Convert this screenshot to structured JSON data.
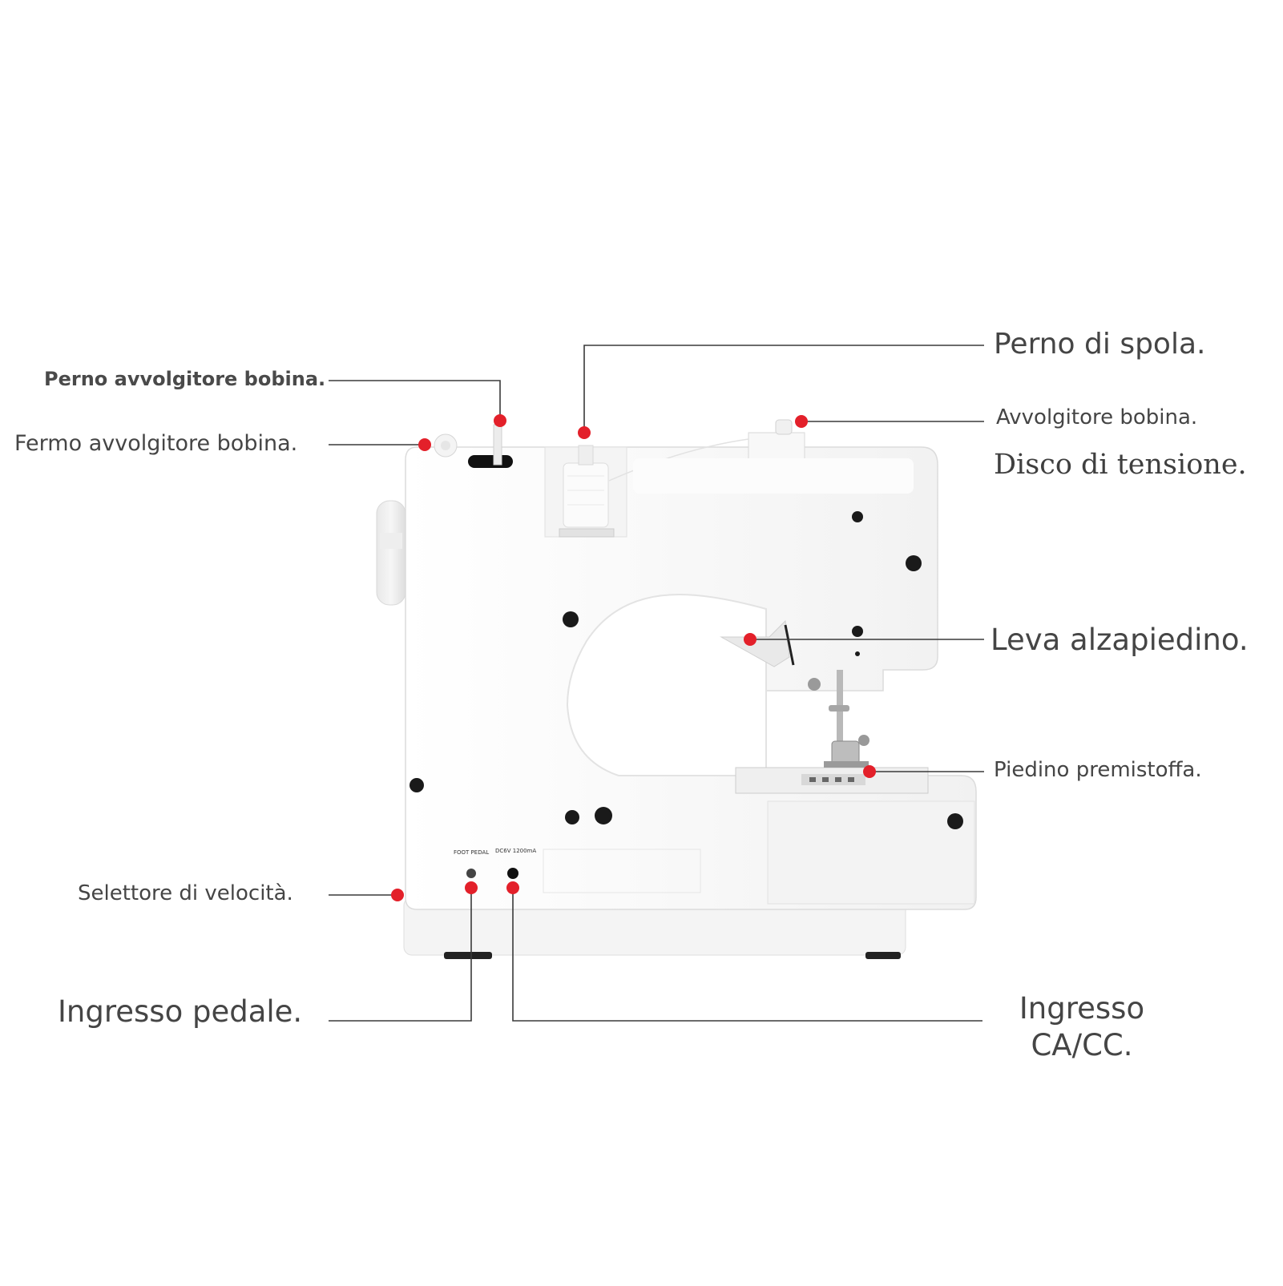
{
  "labels": {
    "perno_avvolgitore": "Perno avvolgitore bobina.",
    "fermo_avvolgitore": "Fermo avvolgitore bobina.",
    "perno_spola": "Perno di spola.",
    "avvolgitore_bobina": "Avvolgitore bobina.",
    "disco_tensione": "Disco di tensione.",
    "leva_alzapiedino": "Leva alzapiedino.",
    "piedino_premistoffa": "Piedino premistoffa.",
    "selettore_velocita": "Selettore di velocità.",
    "ingresso_pedale": "Ingresso pedale.",
    "ingresso_ca_cc_line1": "Ingresso",
    "ingresso_ca_cc_line2": "CA/CC."
  },
  "machine_panel": {
    "foot_pedal": "FOOT PEDAL",
    "dc_rating": "DC6V 1200mA"
  },
  "colors": {
    "marker": "#e3202a",
    "leader": "#3a3a3a",
    "label_text": "#454545",
    "machine_body": "#f7f7f7",
    "machine_edge": "#dcdcdc"
  }
}
